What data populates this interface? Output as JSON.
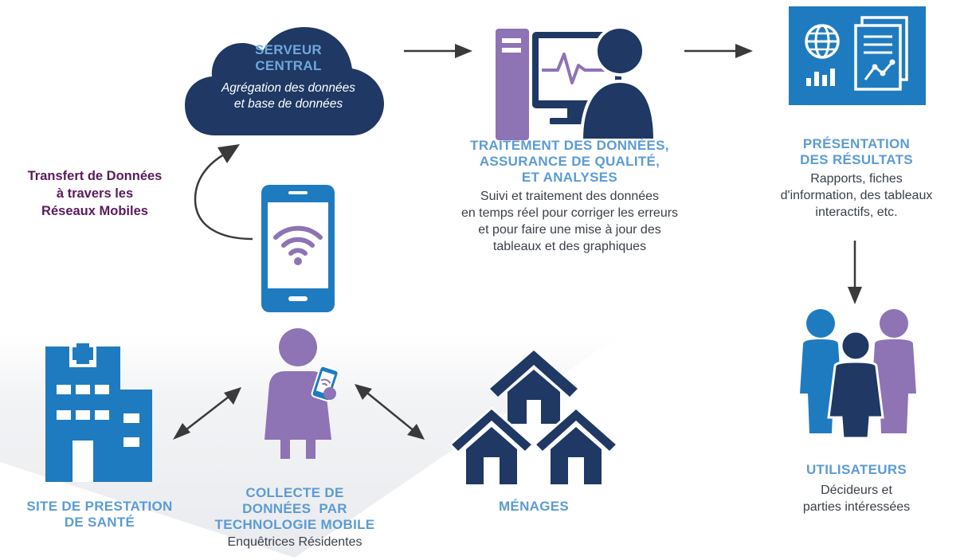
{
  "server": {
    "title1": "SERVEUR",
    "title2": "CENTRAL",
    "sub1": "Agrégation des données",
    "sub2": "et base de données"
  },
  "processing": {
    "title": [
      "TRAITEMENT DES DONNÉES,",
      "ASSURANCE DE QUALITÉ,",
      "ET ANALYSES"
    ],
    "body": [
      "Suivi et traitement des données",
      "en temps réel pour corriger les erreurs",
      "et pour faire une mise à jour des",
      "tableaux et des graphiques"
    ]
  },
  "presentation": {
    "title": [
      "PRÉSENTATION",
      "DES RÉSULTATS"
    ],
    "body": [
      "Rapports, fiches",
      "d'information, des tableaux",
      "interactifs, etc."
    ]
  },
  "transfer": {
    "lines": [
      "Transfert de Données",
      "à travers les",
      "Réseaux Mobiles"
    ]
  },
  "users": {
    "title": "UTILISATEURS",
    "body": [
      "Décideurs et",
      "parties intéressées"
    ]
  },
  "health_site": {
    "title": [
      "SITE DE PRESTATION",
      "DE SANTÉ"
    ]
  },
  "collection": {
    "title": [
      "COLLECTE DE",
      "DONNÉES  PAR",
      "TECHNOLOGIE MOBILE"
    ],
    "body": "Enquêtrices Résidentes"
  },
  "households": {
    "title": "MÉNAGES"
  },
  "colors": {
    "navy": "#1f3864",
    "purple": "#8e73b5",
    "blue": "#1f7bc0",
    "light_blue": "#5b9bd5",
    "transfer_text": "#5b1a5e",
    "arrow": "#3a3a3a"
  }
}
